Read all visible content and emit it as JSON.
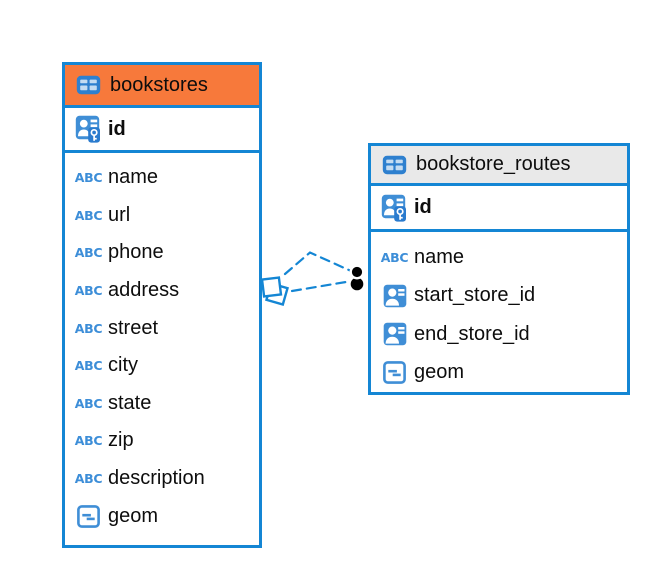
{
  "icons": {
    "text_type_label": "ABC"
  },
  "colors": {
    "accent_blue": "#1486d4",
    "icon_blue": "#3f8ed6",
    "icon_blue_dark": "#2a7bce",
    "bookstores_header_bg": "#f7793b",
    "routes_header_bg": "#e9e9e9",
    "relationship_line": "#1486d4",
    "text": "#0d0d0d"
  },
  "tables": [
    {
      "name": "bookstores",
      "header_bg": "#f7793b",
      "columns": [
        {
          "name": "id",
          "type": "primary-key"
        },
        {
          "name": "name",
          "type": "text"
        },
        {
          "name": "url",
          "type": "text"
        },
        {
          "name": "phone",
          "type": "text"
        },
        {
          "name": "address",
          "type": "text"
        },
        {
          "name": "street",
          "type": "text"
        },
        {
          "name": "city",
          "type": "text"
        },
        {
          "name": "state",
          "type": "text"
        },
        {
          "name": "zip",
          "type": "text"
        },
        {
          "name": "description",
          "type": "text"
        },
        {
          "name": "geom",
          "type": "geometry"
        }
      ]
    },
    {
      "name": "bookstore_routes",
      "header_bg": "#e9e9e9",
      "columns": [
        {
          "name": "id",
          "type": "primary-key"
        },
        {
          "name": "name",
          "type": "text"
        },
        {
          "name": "start_store_id",
          "type": "reference"
        },
        {
          "name": "end_store_id",
          "type": "reference"
        },
        {
          "name": "geom",
          "type": "geometry"
        }
      ]
    }
  ],
  "relationships": [
    {
      "from": "bookstore_routes",
      "to": "bookstores",
      "line_style": "dashed"
    }
  ]
}
